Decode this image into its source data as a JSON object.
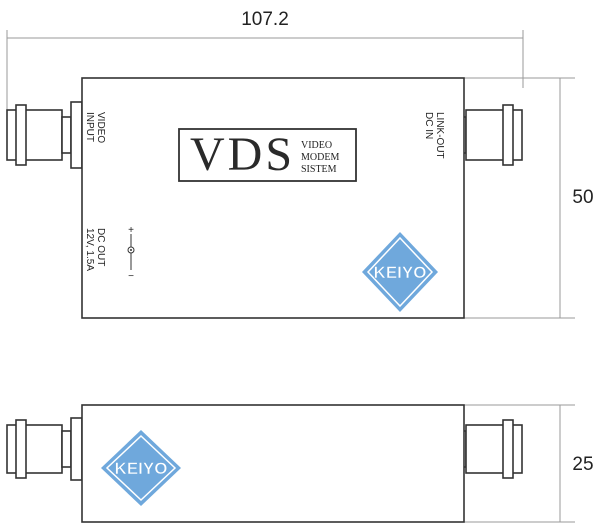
{
  "dimensions": {
    "width": "107.2",
    "height": "50",
    "depth": "25"
  },
  "label": {
    "model": "VDS",
    "subtitle_lines": [
      "VIDEO",
      "MODEM",
      "SISTEM"
    ]
  },
  "ports": {
    "left_top": [
      "VIDEO",
      "INPUT"
    ],
    "left_bottom": [
      "DC OUT",
      "12V, 1.5A"
    ],
    "right_top": [
      "LINK-OUT",
      "DC IN"
    ],
    "polarity_plus": "+",
    "polarity_minus": "−"
  },
  "logo": {
    "text": "KEIYO",
    "color": "#6fa8dc"
  }
}
